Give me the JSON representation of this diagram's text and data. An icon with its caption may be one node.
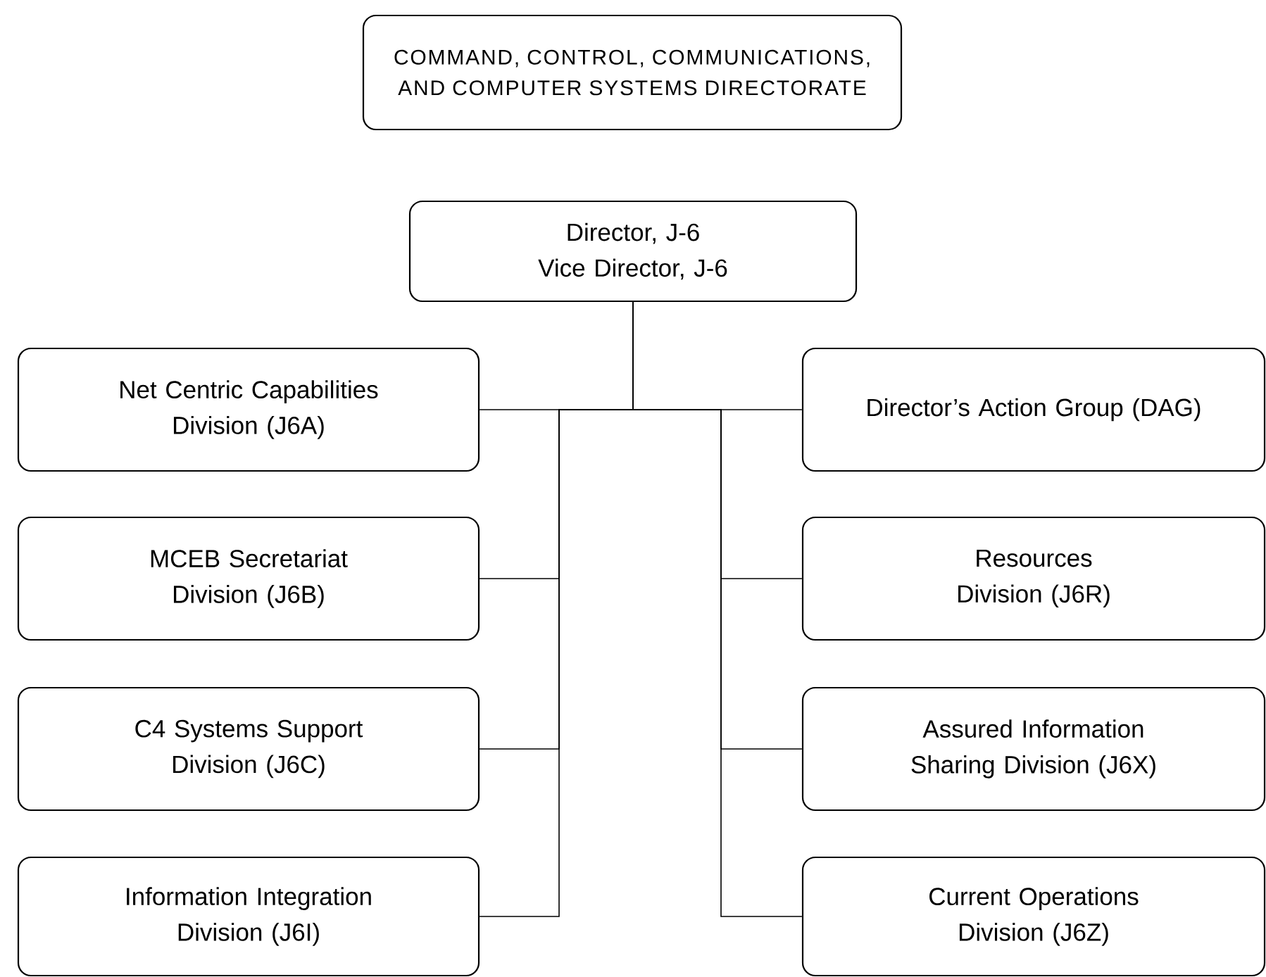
{
  "diagram": {
    "nodes": [
      {
        "text": [
          "COMMAND, CONTROL, COMMUNICATIONS, AND COMPUTER SYSTEMS DIRECTORATE"
        ]
      },
      {
        "text": [
          "Director, J-6",
          "Vice Director, J-6"
        ]
      },
      {
        "text": [
          "Net Centric Capabilities Division (J6A)"
        ]
      },
      {
        "text": [
          "Director’s Action Group (DAG)"
        ]
      },
      {
        "text": [
          "MCEB Secretariat Division (J6B)"
        ]
      },
      {
        "text": [
          "Resources Division (J6R)"
        ]
      },
      {
        "text": [
          "C4 Systems Support Division (J6C)"
        ]
      },
      {
        "text": [
          "Assured Information Sharing Division (J6X)"
        ]
      },
      {
        "text": [
          "Information Integration Division (J6I)"
        ]
      },
      {
        "text": [
          "Current Operations Division (J6Z)"
        ]
      }
    ],
    "edges": [
      {
        "from": 1,
        "to": 2,
        "arrow": "none"
      },
      {
        "from": 1,
        "to": 3,
        "arrow": "none"
      },
      {
        "from": 1,
        "to": 4,
        "arrow": "none"
      },
      {
        "from": 1,
        "to": 5,
        "arrow": "none"
      },
      {
        "from": 1,
        "to": 6,
        "arrow": "none"
      },
      {
        "from": 1,
        "to": 7,
        "arrow": "none"
      },
      {
        "from": 1,
        "to": 8,
        "arrow": "none"
      },
      {
        "from": 1,
        "to": 9,
        "arrow": "none"
      }
    ]
  }
}
